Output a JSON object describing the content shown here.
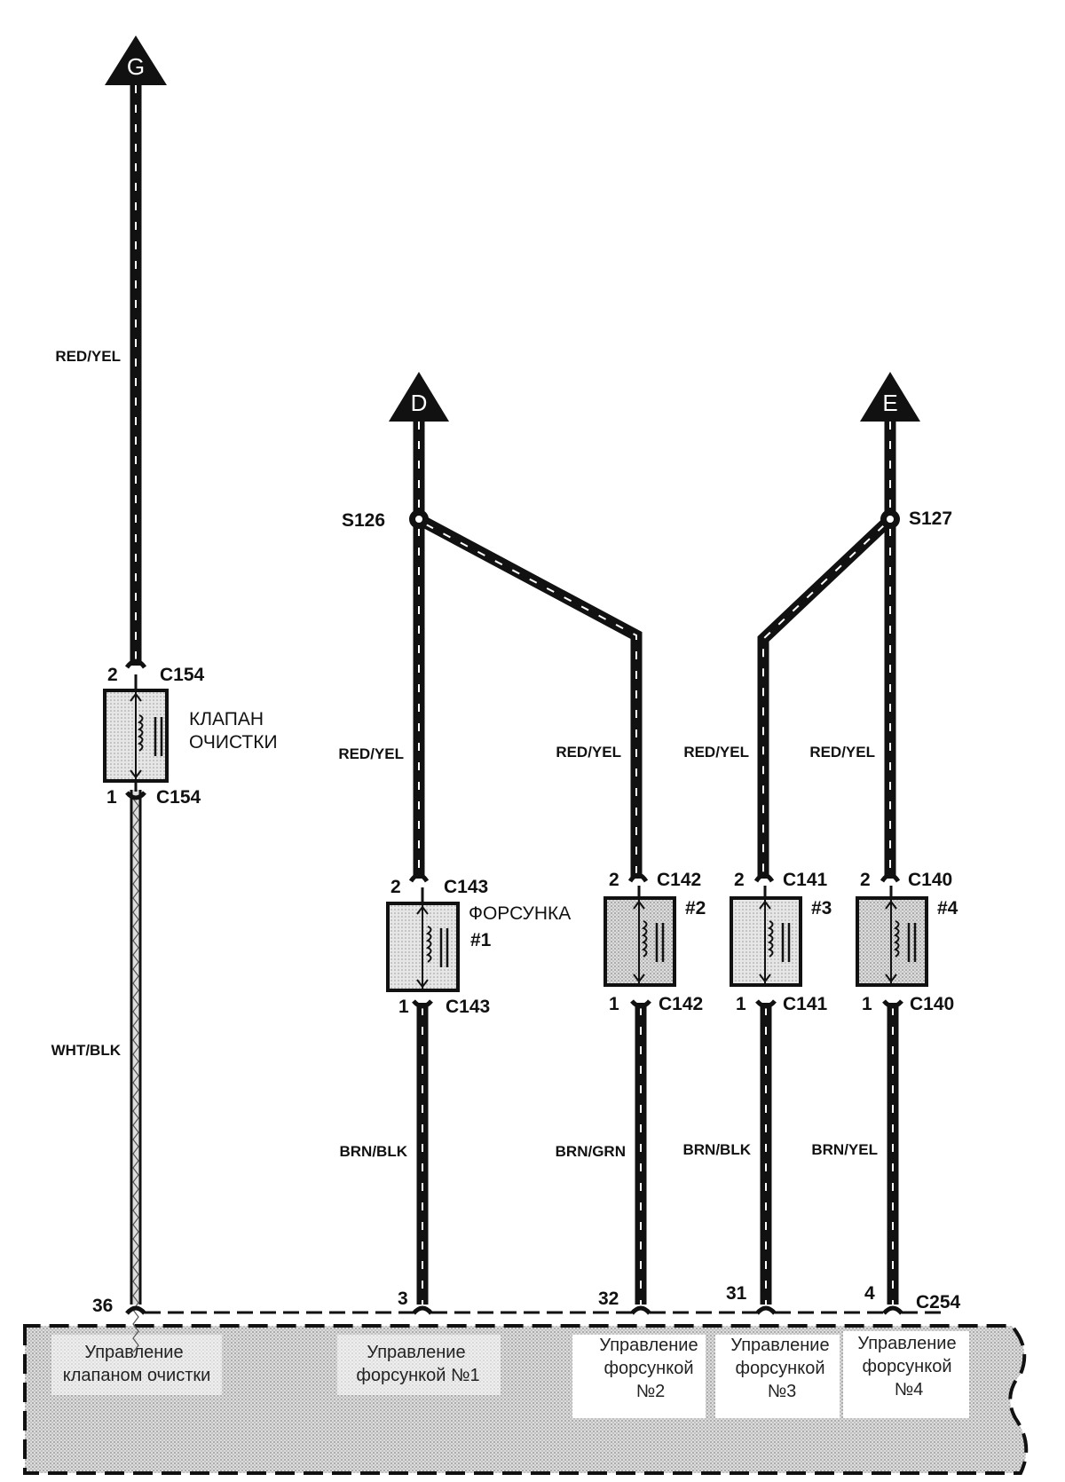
{
  "arrows": [
    {
      "id": "G",
      "letter": "G"
    },
    {
      "id": "D",
      "letter": "D"
    },
    {
      "id": "E",
      "letter": "E"
    }
  ],
  "splices": [
    "S126",
    "S127"
  ],
  "wire_colors": {
    "purge_feed": "RED/YEL",
    "purge_control": "WHT/BLK",
    "inj1_feed": "RED/YEL",
    "inj2_feed": "RED/YEL",
    "inj3_feed": "RED/YEL",
    "inj4_feed": "RED/YEL",
    "inj1_control": "BRN/BLK",
    "inj2_control": "BRN/GRN",
    "inj3_control": "BRN/BLK",
    "inj4_control": "BRN/YEL"
  },
  "components": {
    "purge_valve": {
      "label_line1": "КЛАПАН",
      "label_line2": "ОЧИСТКИ",
      "connector": "C154",
      "pin_top": "2",
      "pin_bottom": "1"
    },
    "injector1": {
      "label": "ФОРСУНКА",
      "number": "#1",
      "connector": "C143",
      "pin_top": "2",
      "pin_bottom": "1"
    },
    "injector2": {
      "number": "#2",
      "connector": "C142",
      "pin_top": "2",
      "pin_bottom": "1"
    },
    "injector3": {
      "number": "#3",
      "connector": "C141",
      "pin_top": "2",
      "pin_bottom": "1"
    },
    "injector4": {
      "number": "#4",
      "connector": "C140",
      "pin_top": "2",
      "pin_bottom": "1"
    }
  },
  "module": {
    "connector": "C254",
    "pins": {
      "purge": "36",
      "inj1": "3",
      "inj2": "32",
      "inj3": "31",
      "inj4": "4"
    },
    "sections": {
      "purge": {
        "line1": "Управление",
        "line2": "клапаном очистки"
      },
      "inj1": {
        "line1": "Управление",
        "line2": "форсункой №1"
      },
      "inj2": {
        "line1": "Управление",
        "line2": "форсункой",
        "line3": "№2"
      },
      "inj3": {
        "line1": "Управление",
        "line2": "форсункой",
        "line3": "№3"
      },
      "inj4": {
        "line1": "Управление",
        "line2": "форсункой",
        "line3": "№4"
      }
    }
  },
  "colors": {
    "ink": "#111111",
    "module_fill": "#c8c8c8",
    "label_bg": "#ffffff"
  }
}
